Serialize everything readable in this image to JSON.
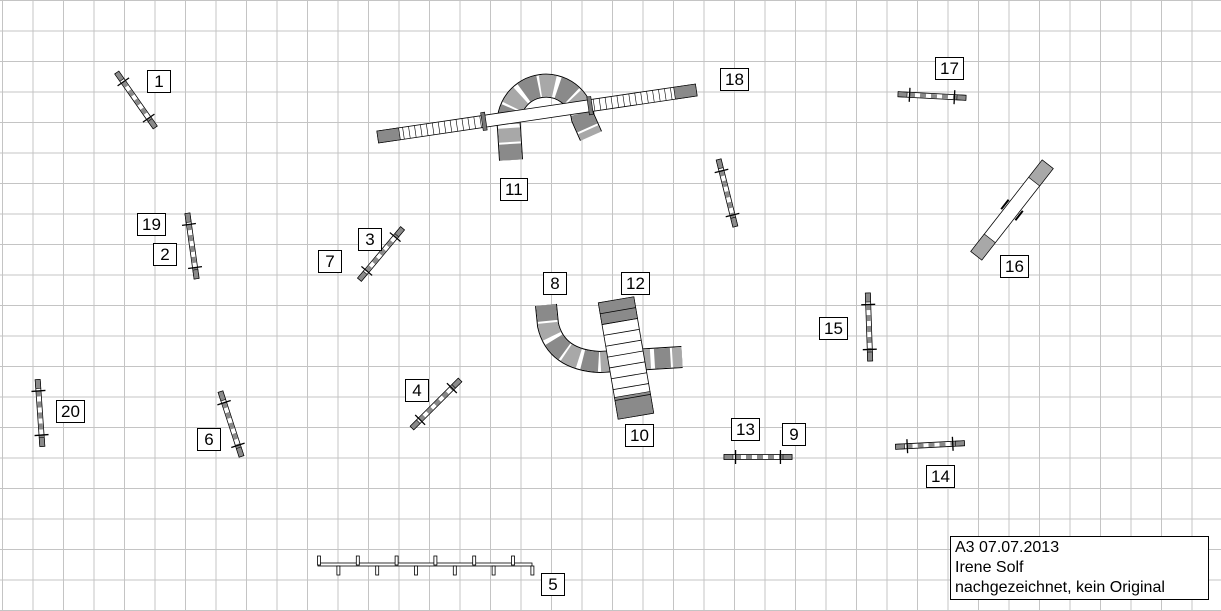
{
  "labels": [
    "1",
    "19",
    "2",
    "3",
    "7",
    "4",
    "6",
    "20",
    "5",
    "8",
    "12",
    "10",
    "11",
    "18",
    "17",
    "16",
    "15",
    "13",
    "9",
    "14"
  ],
  "info": {
    "line1": "A3 07.07.2013",
    "line2": "Irene Solf",
    "line3": "nachgezeichnet, kein Original"
  },
  "colors": {
    "grid": "#c4c4c4",
    "gray_dark": "#8a8a8a",
    "gray_light": "#a8a8a8"
  }
}
